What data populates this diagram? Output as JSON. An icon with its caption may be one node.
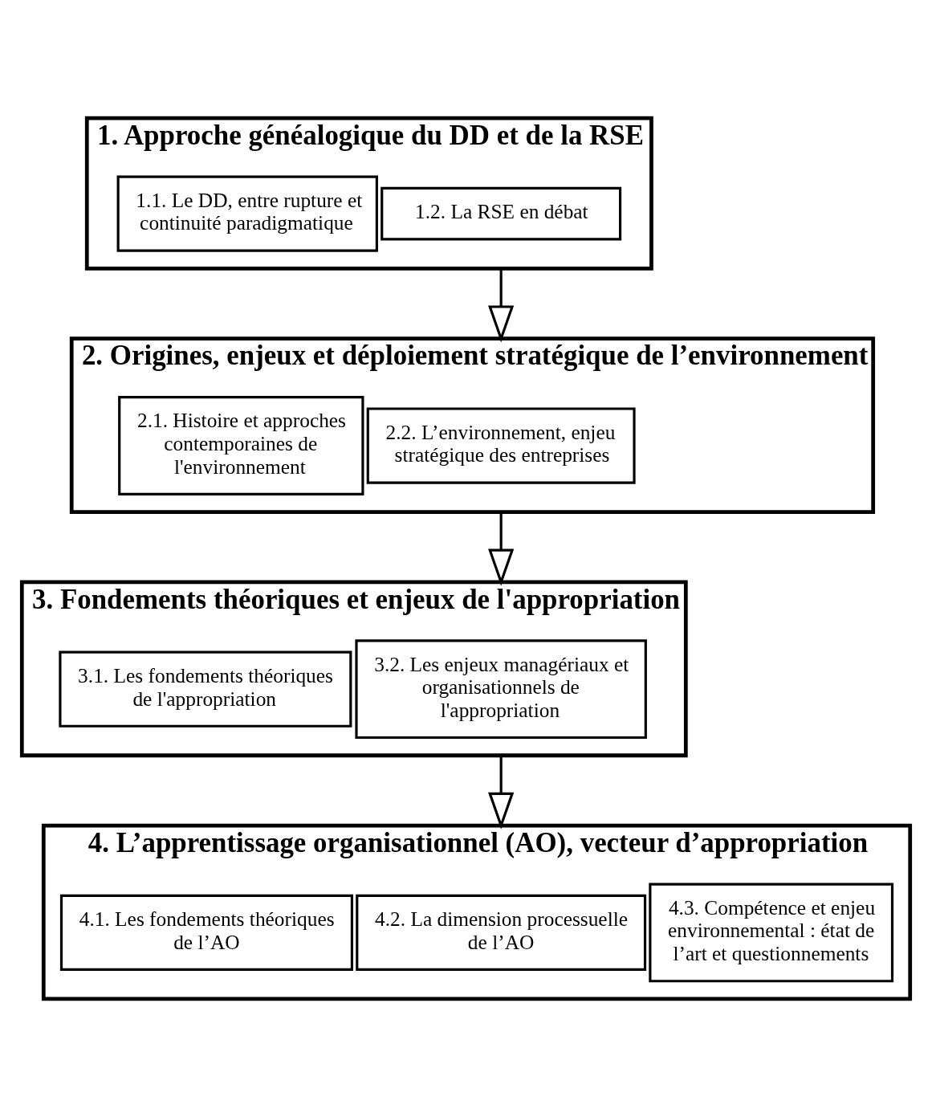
{
  "diagram": {
    "nodes": [
      {
        "text": [
          "1. Approche généalogique du DD et de la RSE"
        ]
      },
      {
        "text": [
          "1.1. Le DD, entre rupture et continuité paradigmatique"
        ],
        "in": 0
      },
      {
        "text": [
          "1.2. La RSE en débat"
        ],
        "in": 0
      },
      {
        "text": [
          "2. Origines, enjeux et déploiement stratégique de l’environnement"
        ]
      },
      {
        "text": [
          "2.1. Histoire et approches contemporaines de l'environnement"
        ],
        "in": 3
      },
      {
        "text": [
          "2.2. L’environnement, enjeu stratégique des entreprises"
        ],
        "in": 3
      },
      {
        "text": [
          "3. Fondements théoriques et enjeux de l'appropriation"
        ]
      },
      {
        "text": [
          "3.1. Les fondements théoriques de l'appropriation"
        ],
        "in": 6
      },
      {
        "text": [
          "3.2. Les enjeux managériaux et organisationnels de l'appropriation"
        ],
        "in": 6
      },
      {
        "text": [
          "4. L’apprentissage organisationnel (AO), vecteur d’appropriation"
        ]
      },
      {
        "text": [
          "4.1. Les fondements théoriques de l’AO"
        ],
        "in": 9
      },
      {
        "text": [
          "4.2. La dimension processuelle de l’AO"
        ],
        "in": 9
      },
      {
        "text": [
          "4.3. Compétence et enjeu environnemental : état de l’art et questionnements"
        ],
        "in": 9
      }
    ],
    "edges": [
      {
        "from": 0,
        "to": 3,
        "arrow": "to"
      },
      {
        "from": 3,
        "to": 6,
        "arrow": "to"
      },
      {
        "from": 6,
        "to": 9,
        "arrow": "to"
      }
    ]
  }
}
